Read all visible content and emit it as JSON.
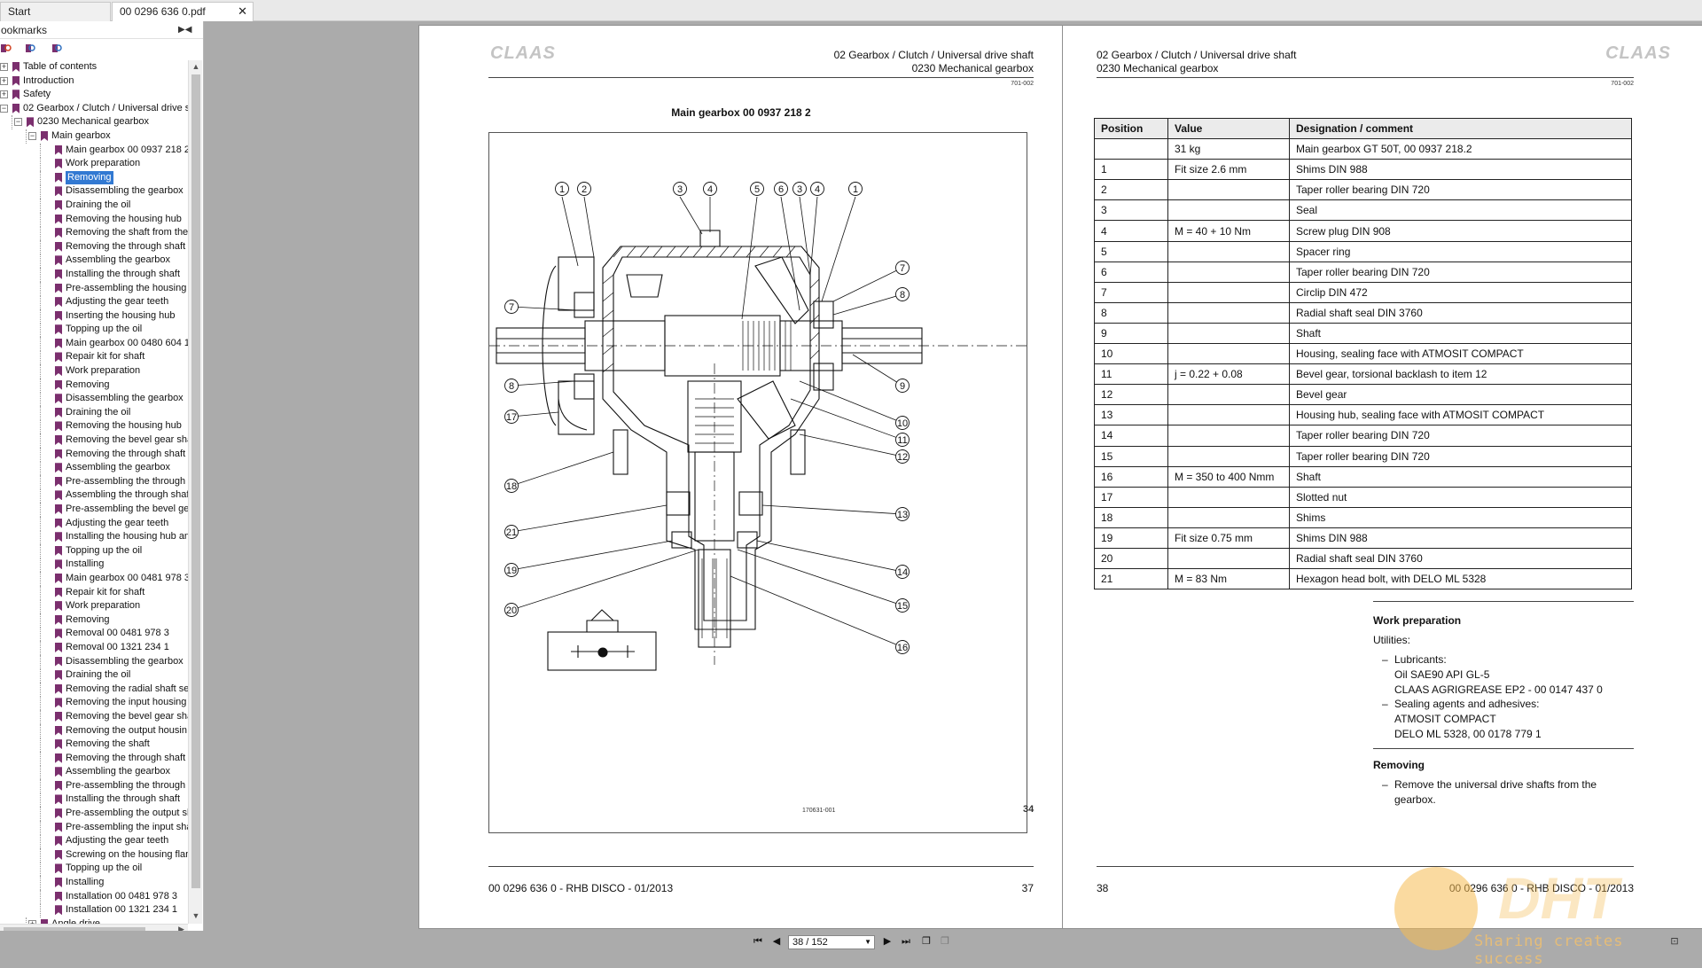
{
  "tabs": [
    {
      "label": "Start"
    },
    {
      "label": "00 0296 636 0.pdf"
    }
  ],
  "sidebar": {
    "title": "ookmarks",
    "items": [
      {
        "label": "Table of contents",
        "level": 0
      },
      {
        "label": "Introduction",
        "level": 0
      },
      {
        "label": "Safety",
        "level": 0
      },
      {
        "label": "02 Gearbox / Clutch / Universal drive sh",
        "level": 0
      },
      {
        "label": "0230 Mechanical gearbox",
        "level": 1
      },
      {
        "label": "Main gearbox",
        "level": 2
      },
      {
        "label": "Main gearbox 00 0937 218 2",
        "level": 3
      },
      {
        "label": "Work preparation",
        "level": 3
      },
      {
        "label": "Removing",
        "level": 3,
        "selected": true
      },
      {
        "label": "Disassembling the gearbox",
        "level": 3
      },
      {
        "label": "Draining the oil",
        "level": 3
      },
      {
        "label": "Removing the housing hub",
        "level": 3
      },
      {
        "label": "Removing the shaft from the",
        "level": 3
      },
      {
        "label": "Removing the through shaft",
        "level": 3
      },
      {
        "label": "Assembling the gearbox",
        "level": 3
      },
      {
        "label": "Installing the through shaft",
        "level": 3
      },
      {
        "label": "Pre-assembling the housing h",
        "level": 3
      },
      {
        "label": "Adjusting the gear teeth",
        "level": 3
      },
      {
        "label": "Inserting the housing hub",
        "level": 3
      },
      {
        "label": "Topping up the oil",
        "level": 3
      },
      {
        "label": "Main gearbox 00 0480 604 1",
        "level": 3
      },
      {
        "label": "Repair kit for shaft",
        "level": 3
      },
      {
        "label": "Work preparation",
        "level": 3
      },
      {
        "label": "Removing",
        "level": 3
      },
      {
        "label": "Disassembling the gearbox",
        "level": 3
      },
      {
        "label": "Draining the oil",
        "level": 3
      },
      {
        "label": "Removing the housing hub",
        "level": 3
      },
      {
        "label": "Removing the bevel gear sha",
        "level": 3
      },
      {
        "label": "Removing the through shaft",
        "level": 3
      },
      {
        "label": "Assembling the gearbox",
        "level": 3
      },
      {
        "label": "Pre-assembling the through s",
        "level": 3
      },
      {
        "label": "Assembling the through shaft",
        "level": 3
      },
      {
        "label": "Pre-assembling the bevel gea",
        "level": 3
      },
      {
        "label": "Adjusting the gear teeth",
        "level": 3
      },
      {
        "label": "Installing the housing hub an",
        "level": 3
      },
      {
        "label": "Topping up the oil",
        "level": 3
      },
      {
        "label": "Installing",
        "level": 3
      },
      {
        "label": "Main gearbox 00 0481 978 3",
        "level": 3
      },
      {
        "label": "Repair kit for shaft",
        "level": 3
      },
      {
        "label": "Work preparation",
        "level": 3
      },
      {
        "label": "Removing",
        "level": 3
      },
      {
        "label": "Removal 00 0481 978 3",
        "level": 3
      },
      {
        "label": "Removal 00 1321 234 1",
        "level": 3
      },
      {
        "label": "Disassembling the gearbox",
        "level": 3
      },
      {
        "label": "Draining the oil",
        "level": 3
      },
      {
        "label": "Removing the radial shaft sea",
        "level": 3
      },
      {
        "label": "Removing the input housing",
        "level": 3
      },
      {
        "label": "Removing the bevel gear sha",
        "level": 3
      },
      {
        "label": "Removing the output housin",
        "level": 3
      },
      {
        "label": "Removing the shaft",
        "level": 3
      },
      {
        "label": "Removing the through shaft",
        "level": 3
      },
      {
        "label": "Assembling the gearbox",
        "level": 3
      },
      {
        "label": "Pre-assembling the through s",
        "level": 3
      },
      {
        "label": "Installing the through shaft",
        "level": 3
      },
      {
        "label": "Pre-assembling the output sh",
        "level": 3
      },
      {
        "label": "Pre-assembling the input shat",
        "level": 3
      },
      {
        "label": "Adjusting the gear teeth",
        "level": 3
      },
      {
        "label": "Screwing on the housing flan",
        "level": 3
      },
      {
        "label": "Topping up the oil",
        "level": 3
      },
      {
        "label": "Installing",
        "level": 3
      },
      {
        "label": "Installation 00 0481 978 3",
        "level": 3
      },
      {
        "label": "Installation 00 1321 234 1",
        "level": 3
      },
      {
        "label": "Angle drive",
        "level": 2
      }
    ]
  },
  "left_page": {
    "logo": "CLAAS",
    "header_line1": "02 Gearbox / Clutch / Universal drive shaft",
    "header_line2": "0230 Mechanical gearbox",
    "code": "701-002",
    "title": "Main gearbox 00 0937 218 2",
    "figure_code": "170631-001",
    "figure_page": "34",
    "footer": "00 0296 636 0 - RHB  DISCO - 01/2013",
    "page_number": "37",
    "callouts": [
      "1",
      "2",
      "3",
      "4",
      "5",
      "6",
      "3",
      "4",
      "1",
      "7",
      "8",
      "7",
      "8",
      "9",
      "17",
      "10",
      "11",
      "12",
      "18",
      "21",
      "13",
      "19",
      "14",
      "20",
      "15",
      "16"
    ]
  },
  "right_page": {
    "logo": "CLAAS",
    "header_line1": "02 Gearbox / Clutch / Universal drive shaft",
    "header_line2": "0230 Mechanical gearbox",
    "code": "701-002",
    "table_headers": [
      "Position",
      "Value",
      "Designation / comment"
    ],
    "table_rows": [
      [
        "",
        "31 kg",
        "Main gearbox GT 50T, 00 0937 218.2"
      ],
      [
        "1",
        "Fit size 2.6 mm",
        "Shims DIN 988"
      ],
      [
        "2",
        "",
        "Taper roller bearing DIN 720"
      ],
      [
        "3",
        "",
        "Seal"
      ],
      [
        "4",
        "M = 40 + 10 Nm",
        "Screw plug DIN 908"
      ],
      [
        "5",
        "",
        "Spacer ring"
      ],
      [
        "6",
        "",
        "Taper roller bearing DIN 720"
      ],
      [
        "7",
        "",
        "Circlip DIN 472"
      ],
      [
        "8",
        "",
        "Radial shaft seal DIN 3760"
      ],
      [
        "9",
        "",
        "Shaft"
      ],
      [
        "10",
        "",
        "Housing, sealing face with ATMOSIT COMPACT"
      ],
      [
        "11",
        "j = 0.22 + 0.08",
        "Bevel gear, torsional backlash to item 12"
      ],
      [
        "12",
        "",
        "Bevel gear"
      ],
      [
        "13",
        "",
        "Housing hub, sealing face with ATMOSIT COMPACT"
      ],
      [
        "14",
        "",
        "Taper roller bearing DIN 720"
      ],
      [
        "15",
        "",
        "Taper roller bearing DIN 720"
      ],
      [
        "16",
        "M = 350 to 400 Nmm",
        "Shaft"
      ],
      [
        "17",
        "",
        "Slotted nut"
      ],
      [
        "18",
        "",
        "Shims"
      ],
      [
        "19",
        "Fit size 0.75 mm",
        "Shims DIN 988"
      ],
      [
        "20",
        "",
        "Radial shaft seal DIN 3760"
      ],
      [
        "21",
        "M = 83 Nm",
        "Hexagon head bolt, with DELO ML 5328"
      ]
    ],
    "work_prep_heading": "Work preparation",
    "utilities_label": "Utilities:",
    "lubricants_label": "Lubricants:",
    "lubricant_1": "Oil SAE90 API GL-5",
    "lubricant_2": "CLAAS AGRIGREASE EP2 - 00 0147 437 0",
    "sealing_label": "Sealing agents and adhesives:",
    "sealing_1": "ATMOSIT COMPACT",
    "sealing_2": "DELO ML 5328, 00 0178 779 1",
    "removing_heading": "Removing",
    "removing_step_1": "Remove the universal drive shafts from the",
    "removing_step_1b": "gearbox.",
    "dash": "–",
    "page_number": "38",
    "footer": "00 0296 636 0 - RHB  DISCO - 01/2013"
  },
  "nav": {
    "page_field": "38 / 152"
  },
  "watermark": {
    "text": "Sharing creates success",
    "brand": "DHT"
  }
}
